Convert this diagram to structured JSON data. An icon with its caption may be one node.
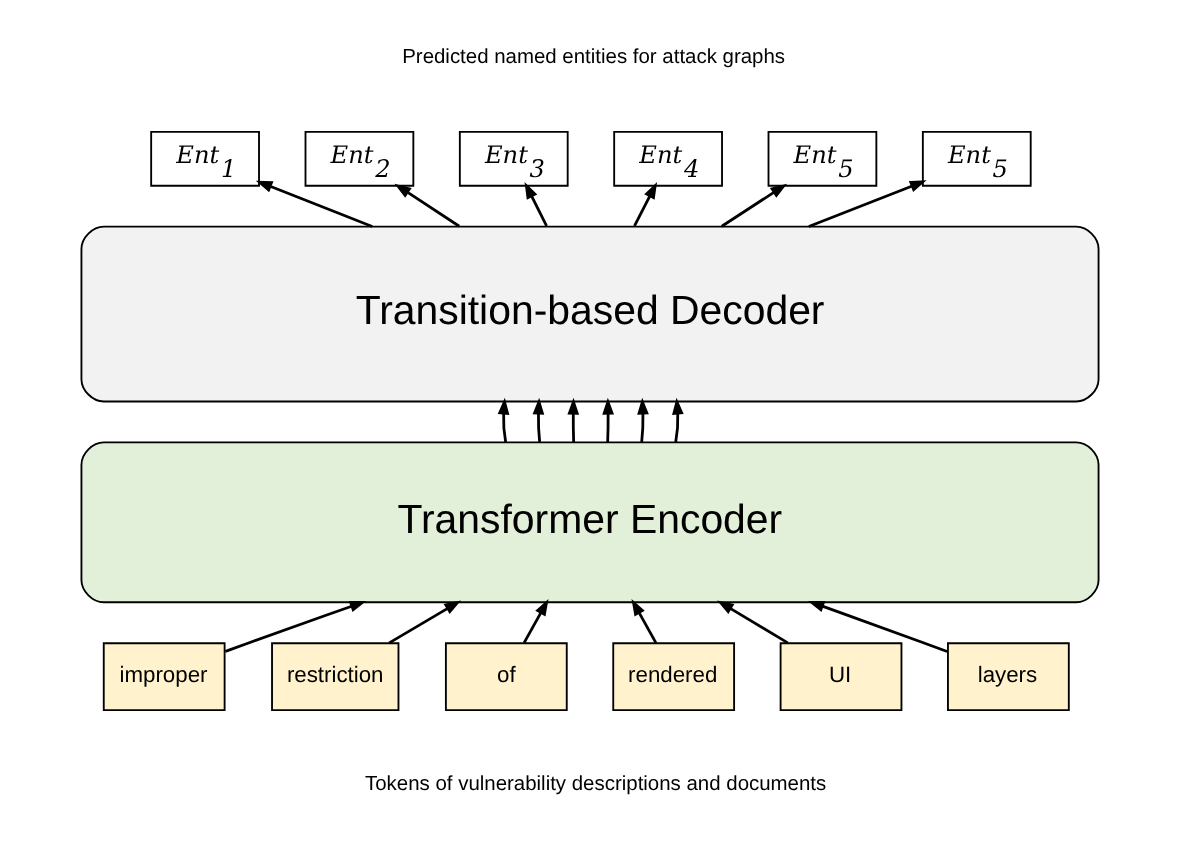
{
  "diagram": {
    "nodes": [
      {
        "text": [
          "Ent$_{1}$"
        ]
      },
      {
        "text": [
          "Ent$_{2}$"
        ]
      },
      {
        "text": [
          "Ent$_{3}$"
        ]
      },
      {
        "text": [
          "Ent$_{4}$"
        ]
      },
      {
        "text": [
          "Ent$_{5}$"
        ]
      },
      {
        "text": [
          "Ent$_{5}$"
        ]
      },
      {
        "text": [
          "Transition-based Decoder"
        ]
      },
      {
        "text": [
          "Transformer Encoder"
        ]
      },
      {
        "text": [
          "improper"
        ]
      },
      {
        "text": [
          "restriction"
        ]
      },
      {
        "text": [
          "of"
        ]
      },
      {
        "text": [
          "rendered"
        ]
      },
      {
        "text": [
          "UI"
        ]
      },
      {
        "text": [
          "layers"
        ]
      }
    ],
    "edges": [
      {
        "from": 8,
        "to": 7,
        "arrow": "to"
      },
      {
        "from": 9,
        "to": 7,
        "arrow": "to"
      },
      {
        "from": 10,
        "to": 7,
        "arrow": "to"
      },
      {
        "from": 11,
        "to": 7,
        "arrow": "to"
      },
      {
        "from": 12,
        "to": 7,
        "arrow": "to"
      },
      {
        "from": 13,
        "to": 7,
        "arrow": "to"
      },
      {
        "from": 7,
        "to": 6,
        "arrow": "to"
      },
      {
        "from": 7,
        "to": 6,
        "arrow": "to"
      },
      {
        "from": 7,
        "to": 6,
        "arrow": "to"
      },
      {
        "from": 7,
        "to": 6,
        "arrow": "to"
      },
      {
        "from": 7,
        "to": 6,
        "arrow": "to"
      },
      {
        "from": 7,
        "to": 6,
        "arrow": "to"
      },
      {
        "from": 6,
        "to": 0,
        "arrow": "to"
      },
      {
        "from": 6,
        "to": 1,
        "arrow": "to"
      },
      {
        "from": 6,
        "to": 2,
        "arrow": "to"
      },
      {
        "from": 6,
        "to": 3,
        "arrow": "to"
      },
      {
        "from": 6,
        "to": 4,
        "arrow": "to"
      },
      {
        "from": 6,
        "to": 5,
        "arrow": "to"
      }
    ],
    "labels": [
      "Predicted named entities for attack graphs",
      "Tokens of vulnerability descriptions and documents"
    ]
  }
}
